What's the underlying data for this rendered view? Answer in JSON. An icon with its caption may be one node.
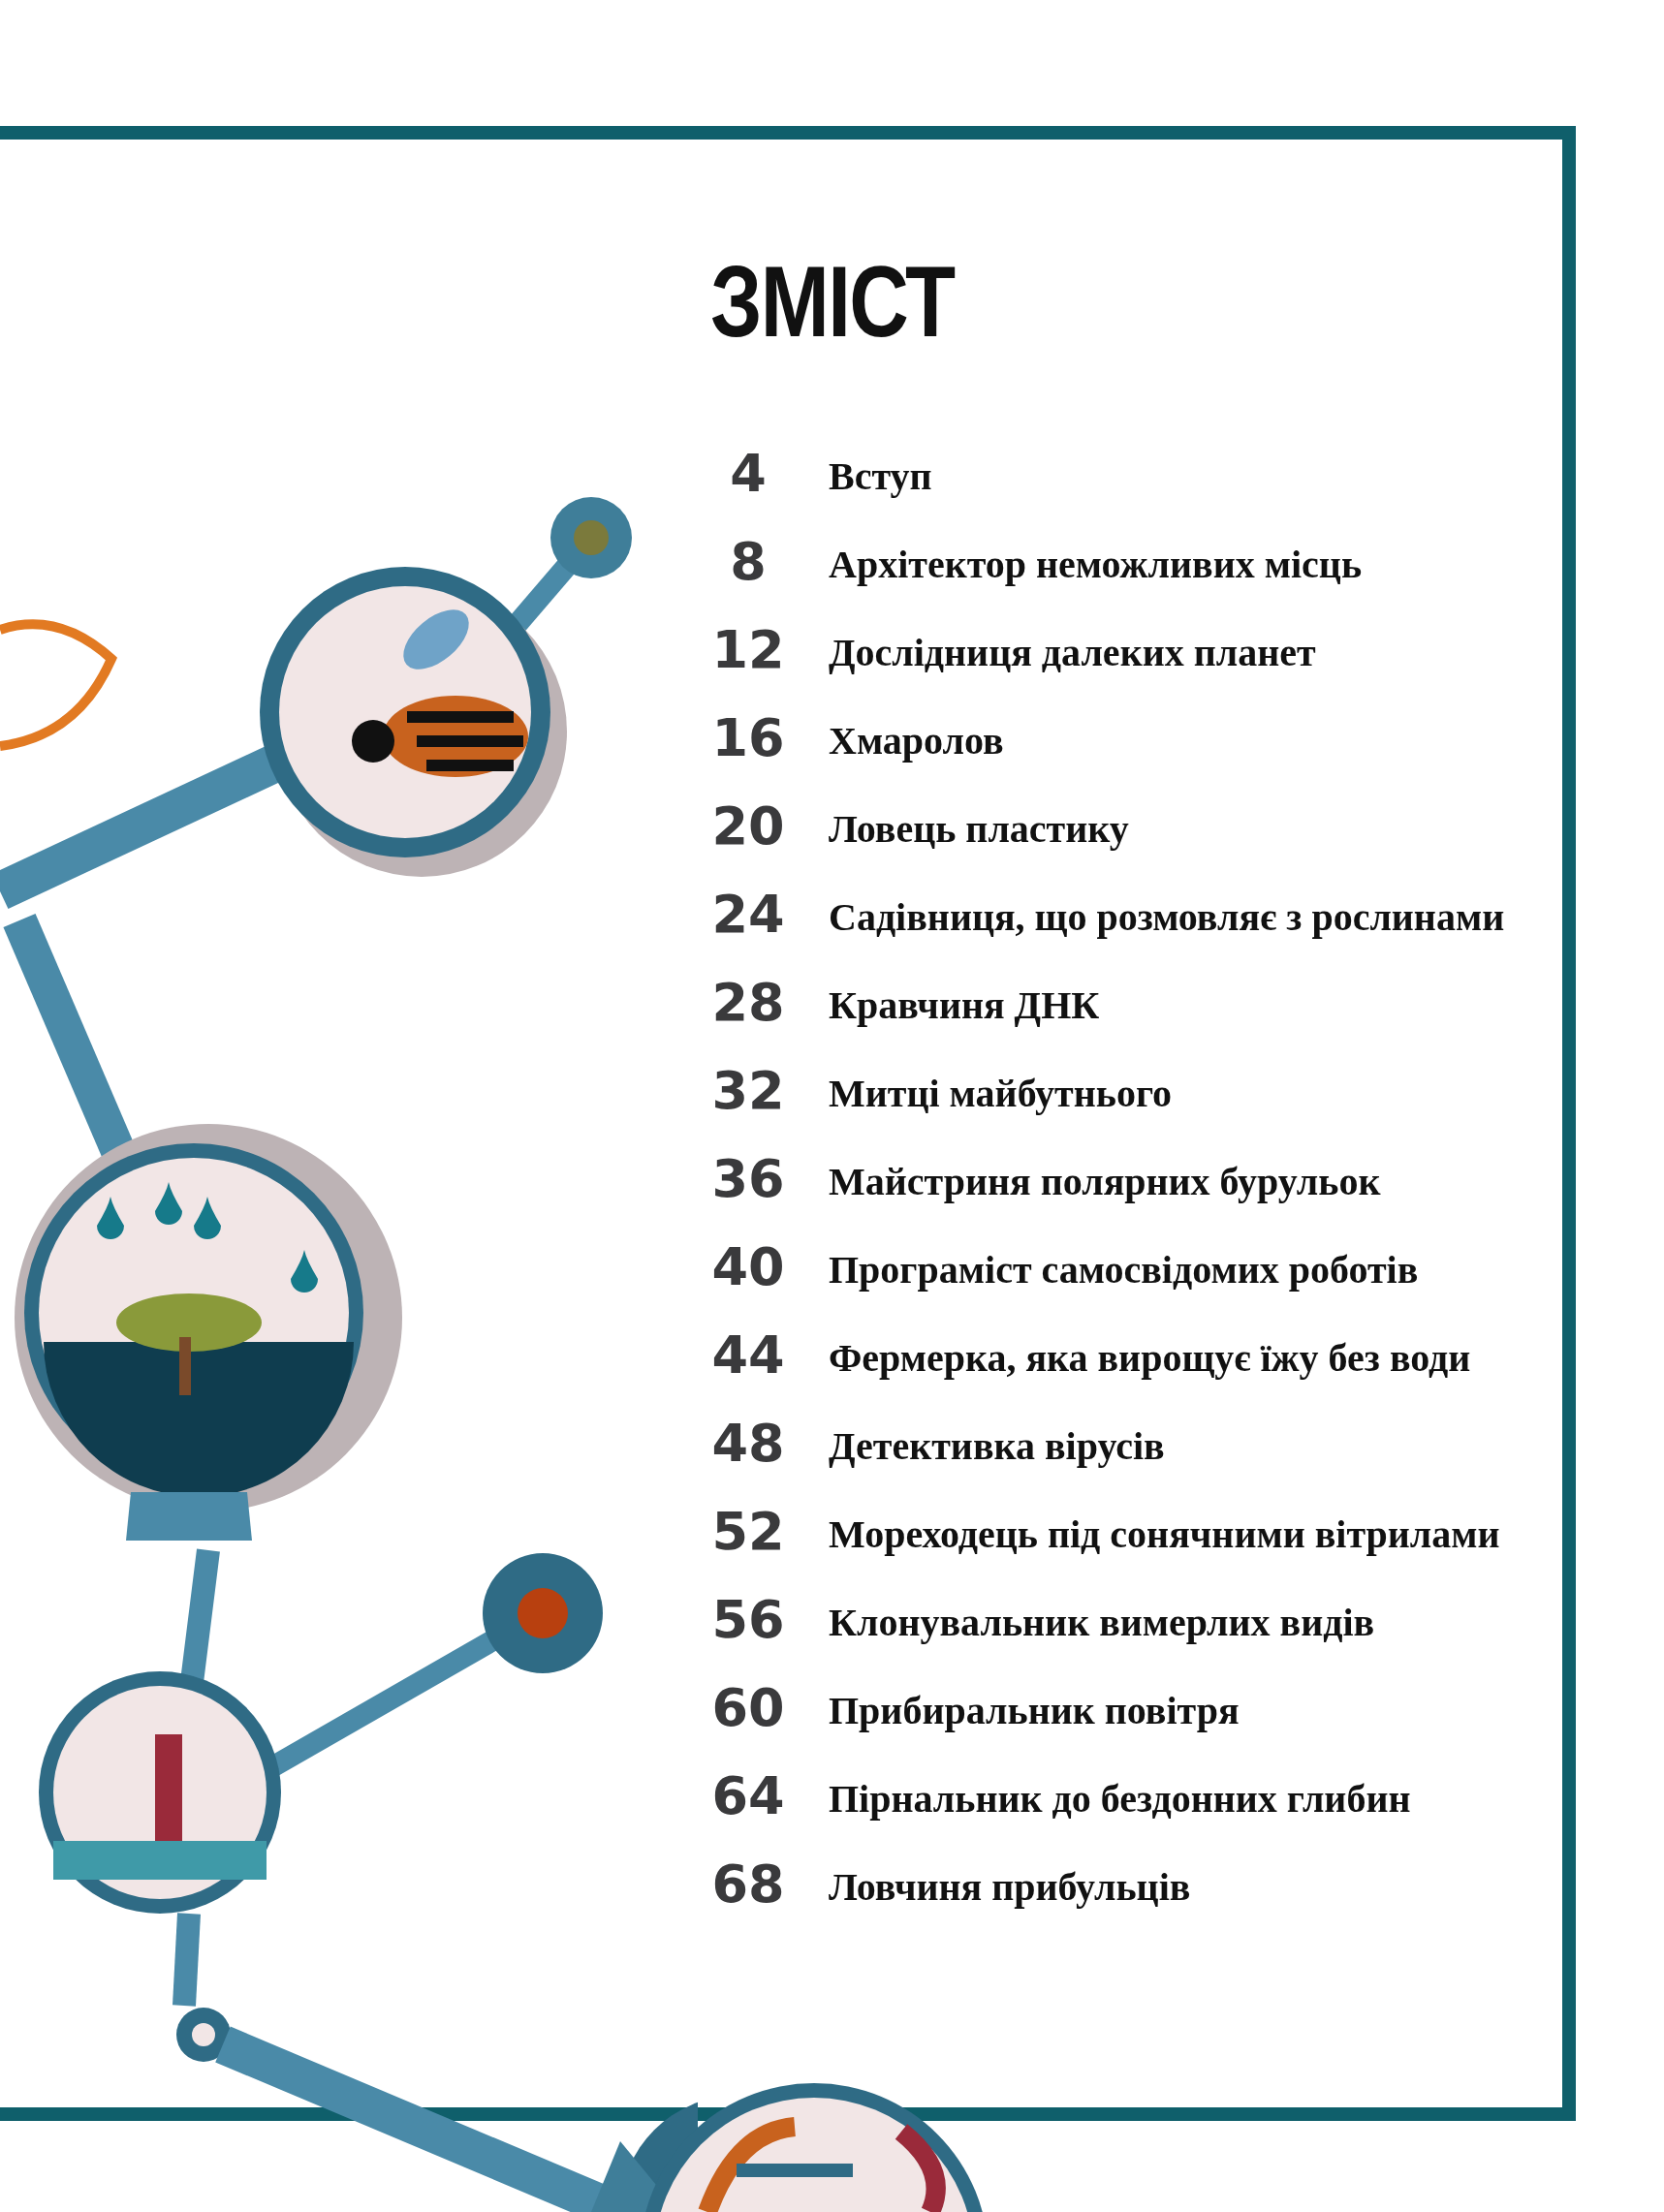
{
  "diagram": {
    "title": "ЗМІСТ",
    "labels": [
      "4",
      "Вступ",
      "8",
      "Архітектор неможливих місць",
      "12",
      "Дослідниця далеких планет",
      "16",
      "Хмаролов",
      "20",
      "Ловець пластику",
      "24",
      "Садівниця, що розмовляє з рослинами",
      "28",
      "Кравчиня ДНК",
      "32",
      "Митці майбутнього",
      "36",
      "Майстриня полярних бурульок",
      "40",
      "Програміст самосвідомих роботів",
      "44",
      "Фермерка, яка вирощує їжу без води",
      "48",
      "Детективка вірусів",
      "52",
      "Мореходець під сонячними вітрилами",
      "56",
      "Клонувальник вимерлих видів",
      "60",
      "Прибиральник повітря",
      "64",
      "Пірнальник до бездонних глибин",
      "68",
      "Ловчиня прибульців"
    ]
  }
}
